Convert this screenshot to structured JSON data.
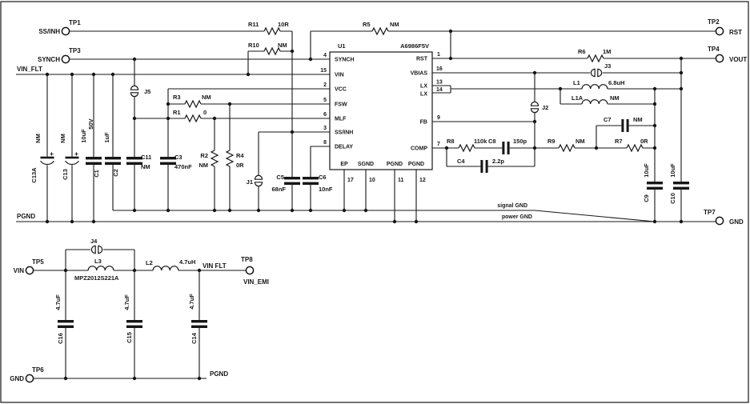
{
  "schematic": {
    "ic": {
      "ref": "U1",
      "part": "A6986F5V",
      "pins_left": [
        {
          "num": "4",
          "name": "SYNCH"
        },
        {
          "num": "15",
          "name": "VIN"
        },
        {
          "num": "2",
          "name": "VCC"
        },
        {
          "num": "5",
          "name": "FSW"
        },
        {
          "num": "6",
          "name": "MLF"
        },
        {
          "num": "3",
          "name": "SS/INH"
        },
        {
          "num": "8",
          "name": "DELAY"
        }
      ],
      "pins_right": [
        {
          "num": "1",
          "name": "RST"
        },
        {
          "num": "16",
          "name": "VBIAS"
        },
        {
          "num": "13",
          "name": "LX"
        },
        {
          "num": "14",
          "name": "LX"
        },
        {
          "num": "9",
          "name": "FB"
        },
        {
          "num": "7",
          "name": "COMP"
        }
      ],
      "pins_bottom": [
        {
          "num": "17",
          "name": "EP"
        },
        {
          "num": "10",
          "name": "SGND"
        },
        {
          "num": "11",
          "name": "PGND"
        },
        {
          "num": "12",
          "name": "PGND"
        }
      ]
    },
    "test_points": {
      "tp1": {
        "ref": "TP1",
        "net": "SS/INH"
      },
      "tp2": {
        "ref": "TP2",
        "net": "RST"
      },
      "tp3": {
        "ref": "TP3",
        "net": "SYNCH"
      },
      "tp4": {
        "ref": "TP4",
        "net": "VOUT"
      },
      "tp5": {
        "ref": "TP5",
        "net": "VIN"
      },
      "tp6": {
        "ref": "TP6",
        "net": "GND"
      },
      "tp7": {
        "ref": "TP7",
        "net": "GND"
      },
      "tp8": {
        "ref": "TP8",
        "net": "VIN_EMI"
      }
    },
    "components": {
      "r11": {
        "ref": "R11",
        "value": "10R"
      },
      "r10": {
        "ref": "R10",
        "value": "NM"
      },
      "r5": {
        "ref": "R5",
        "value": "NM"
      },
      "r6": {
        "ref": "R6",
        "value": "1M"
      },
      "r3": {
        "ref": "R3",
        "value": "NM"
      },
      "r1": {
        "ref": "R1",
        "value": "0"
      },
      "r2": {
        "ref": "R2",
        "value": "NM"
      },
      "r4": {
        "ref": "R4",
        "value": "0R"
      },
      "r8": {
        "ref": "R8",
        "value": "110k"
      },
      "c8": {
        "ref": "C8",
        "value": "150p"
      },
      "c4": {
        "ref": "C4",
        "value": "2.2p"
      },
      "r9": {
        "ref": "R9",
        "value": "NM"
      },
      "r7": {
        "ref": "R7",
        "value": "0R"
      },
      "c7": {
        "ref": "C7",
        "value": "NM"
      },
      "l1": {
        "ref": "L1",
        "value": "6.8uH"
      },
      "l1a": {
        "ref": "L1A",
        "value": "NM"
      },
      "c13a": {
        "ref": "C13A",
        "value": "NM",
        "polarity": "+"
      },
      "c13": {
        "ref": "C13",
        "value": "NM",
        "polarity": "+"
      },
      "c1": {
        "ref": "C1",
        "value": "10uF",
        "value2": "50V"
      },
      "c2": {
        "ref": "C2",
        "value": "1uF"
      },
      "c11": {
        "ref": "C11",
        "value": "NM"
      },
      "c3": {
        "ref": "C3",
        "value": "470nF"
      },
      "c5": {
        "ref": "C5",
        "value": "68nF"
      },
      "c6": {
        "ref": "C6",
        "value": "10nF"
      },
      "c9": {
        "ref": "C9",
        "value": "10uF"
      },
      "c10": {
        "ref": "C10",
        "value": "10uF"
      },
      "l3": {
        "ref": "L3",
        "value": "MPZ2012S221A"
      },
      "l2": {
        "ref": "L2",
        "value": "4.7uH"
      },
      "c16": {
        "ref": "C16",
        "value": "4.7uF"
      },
      "c15": {
        "ref": "C15",
        "value": "4.7uF"
      },
      "c14": {
        "ref": "C14",
        "value": "4.7uF"
      }
    },
    "jumpers": {
      "j1": {
        "ref": "J1"
      },
      "j2": {
        "ref": "J2"
      },
      "j3": {
        "ref": "J3"
      },
      "j4": {
        "ref": "J4"
      },
      "j5": {
        "ref": "J5"
      }
    },
    "nets": {
      "vin_flt_top": "VIN_FLT",
      "pgnd_top": "PGND",
      "signal_gnd": "signal GND",
      "power_gnd": "power GND",
      "vin_flt_bottom": "VIN FLT",
      "pgnd_bottom": "PGND"
    }
  }
}
